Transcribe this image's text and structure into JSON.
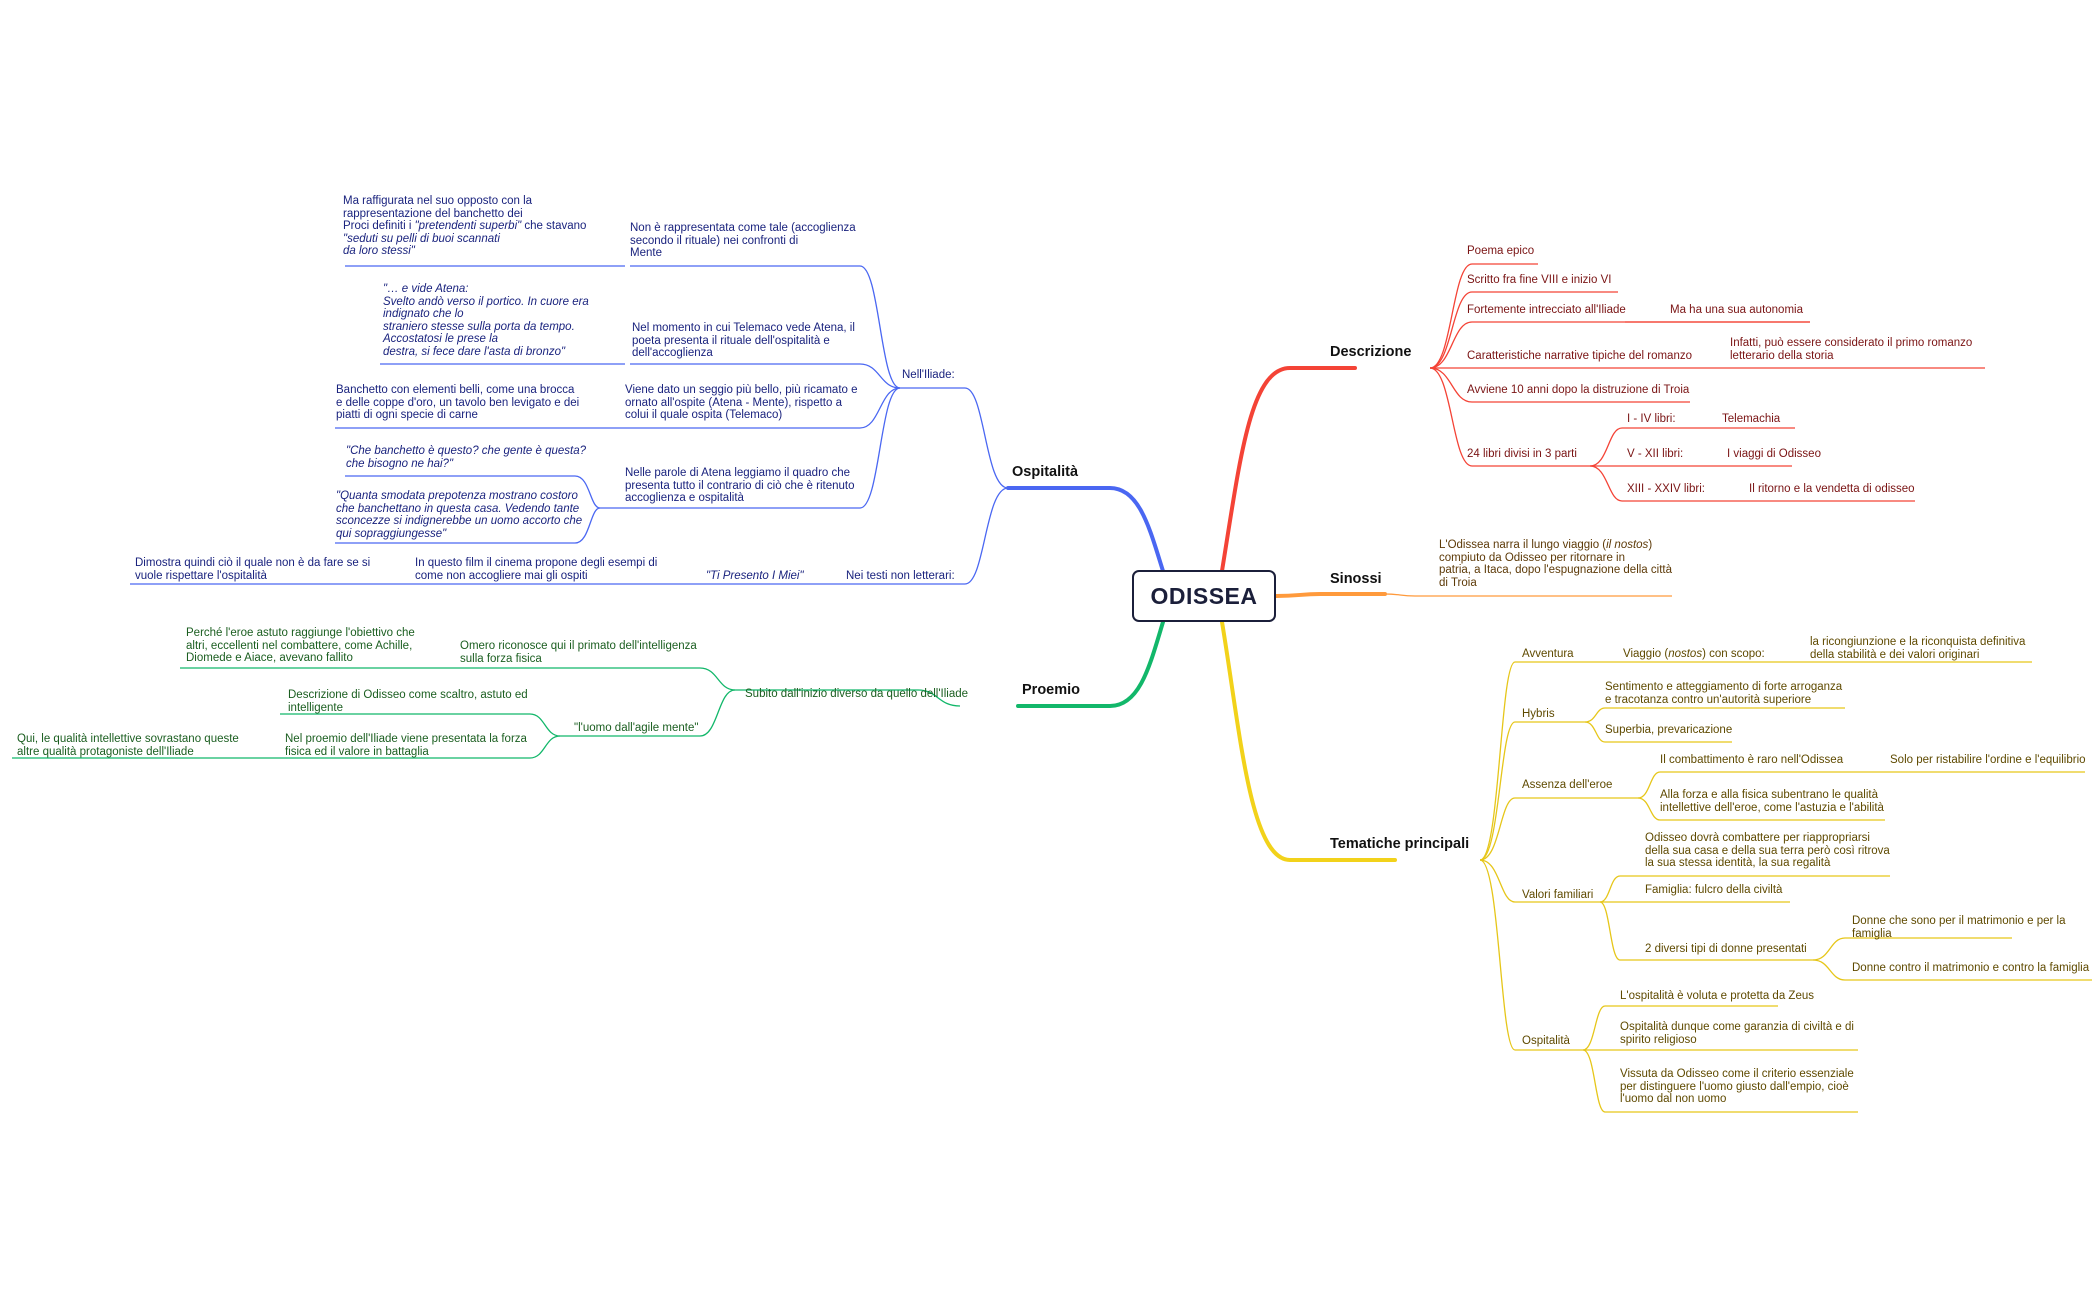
{
  "root": "ODISSEA",
  "colors": {
    "descrizione": "#f44336",
    "sinossi": "#ff9a3c",
    "tematiche": "#f2d21a",
    "ospitalita": "#4a67f2",
    "proemio": "#12b76a"
  },
  "descrizione": {
    "label": "Descrizione",
    "poema": "Poema epico",
    "scritto": "Scritto fra fine VIII e inizio VI",
    "intrecciato": "Fortemente intrecciato all'Iliade",
    "autonomia": "Ma ha una sua autonomia",
    "caratteristiche": "Caratteristiche narrative tipiche del romanzo",
    "romanzo_1": "Infatti, può essere considerato il primo romanzo",
    "romanzo_2": "letterario della storia",
    "avviene": "Avviene 10 anni dopo la distruzione di Troia",
    "libri": "24 libri divisi in 3 parti",
    "p1_label": "I - IV libri:",
    "p1_value": "Telemachia",
    "p2_label": "V - XII libri:",
    "p2_value": "I viaggi di Odisseo",
    "p3_label": "XIII - XXIV libri:",
    "p3_value": "Il ritorno e la vendetta di odisseo"
  },
  "sinossi": {
    "label": "Sinossi",
    "l1a": "L'Odissea narra il lungo viaggio (",
    "l1b": "il nostos",
    "l1c": ")",
    "l2": "compiuto da Odisseo per ritornare in",
    "l3": "patria, a Itaca, dopo l'espugnazione della città",
    "l4": "di Troia"
  },
  "tematiche": {
    "label": "Tematiche principali",
    "avventura": "Avventura",
    "viaggio_a": "Viaggio (",
    "viaggio_b": "nostos",
    "viaggio_c": ") con scopo:",
    "ricongiunzione_1": "la ricongiunzione e la riconquista definitiva",
    "ricongiunzione_2": "della stabilità e dei valori originari",
    "hybris": "Hybris",
    "sentimento_1": "Sentimento e atteggiamento di forte arroganza",
    "sentimento_2": "e tracotanza contro un'autorità superiore",
    "superbia": "Superbia, prevaricazione",
    "assenza": "Assenza dell'eroe",
    "combattimento": "Il combattimento è raro nell'Odissea",
    "ristabilire": "Solo per ristabilire l'ordine e l'equilibrio",
    "forza_1": "Alla forza e alla fisica subentrano le qualità",
    "forza_2": "intellettive dell'eroe, come l'astuzia e l'abilità",
    "valori": "Valori familiari",
    "odisseo_1": "Odisseo dovrà combattere per riappropriarsi",
    "odisseo_2": "della sua casa e della sua terra però così ritrova",
    "odisseo_3": "la sua stessa identità, la sua regalità",
    "famiglia": "Famiglia: fulcro della civiltà",
    "donne": "2 diversi tipi di donne presentati",
    "donne_per_1": "Donne che sono per il matrimonio e per la",
    "donne_per_2": "famiglia",
    "donne_contro": "Donne contro il matrimonio e contro la famiglia",
    "ospitalita": "Ospitalità",
    "voluta": "L'ospitalità è voluta e protetta da Zeus",
    "garanzia_1": "Ospitalità dunque come garanzia di civiltà e di",
    "garanzia_2": "spirito religioso",
    "vissuta_1": "Vissuta da Odisseo come il criterio essenziale",
    "vissuta_2": "per distinguere l'uomo giusto dall'empio, cioè",
    "vissuta_3": "l'uomo dal non uomo"
  },
  "ospitalita": {
    "label": "Ospitalità",
    "iliade": "Nell'Iliade:",
    "non_rappr_1": "Non è rappresentata come tale (accoglienza",
    "non_rappr_2": "secondo il rituale) nei confronti di",
    "non_rappr_3": "Mente",
    "raffig_1": "Ma raffigurata nel suo opposto con la",
    "raffig_2": "rappresentazione del banchetto dei",
    "raffig_3a": "Proci definiti i ",
    "raffig_3b": "\"pretendenti superbi\"",
    "raffig_3c": " che stavano",
    "raffig_4": "\"seduti su pelli di buoi scannati",
    "raffig_5": "da loro stessi\"",
    "momento_1": "Nel momento in cui Telemaco vede Atena, il",
    "momento_2": "poeta presenta il rituale dell'ospitalità e",
    "momento_3": "dell'accoglienza",
    "vide_1": "\"… e vide Atena:",
    "vide_2": "Svelto andò verso il portico. In cuore era",
    "vide_3": "indignato che lo",
    "vide_4": "straniero stesse sulla porta da tempo.",
    "vide_5": "Accostatosi le prese la",
    "vide_6": "destra, si fece dare l'asta di bronzo\"",
    "seggio_1": "Viene dato un seggio più bello, più ricamato e",
    "seggio_2": "ornato all'ospite (Atena - Mente), rispetto a",
    "seggio_3": "colui il quale ospita (Telemaco)",
    "banchetto_1": "Banchetto con elementi belli, come una brocca",
    "banchetto_2": "e delle coppe d'oro,  un tavolo ben levigato e dei",
    "banchetto_3": "piatti di ogni specie di carne",
    "parole_1": "Nelle parole di Atena leggiamo il quadro che",
    "parole_2": "presenta tutto il contrario di ciò che è ritenuto",
    "parole_3": "accoglienza e ospitalità",
    "che_1": "\"Che banchetto è questo? che gente è questa?",
    "che_2": "che bisogno ne hai?\"",
    "smodata_1": "\"Quanta smodata prepotenza mostrano costoro",
    "smodata_2": "che banchettano in questa casa. Vedendo tante",
    "smodata_3": "sconcezze si indignerebbe un uomo accorto che",
    "smodata_4": "qui sopraggiungesse\"",
    "non_letterari": "Nei testi non letterari:",
    "film": "\"Ti Presento I Miei\"",
    "cinema_1": "In questo film il cinema propone degli esempi di",
    "cinema_2": "come non accogliere mai gli ospiti",
    "dimostra_1": "Dimostra quindi ciò il quale non è da fare se si",
    "dimostra_2": "vuole rispettare l'ospitalità"
  },
  "proemio": {
    "label": "Proemio",
    "subito": "Subito dall'inizio diverso da quello dell'Iliade",
    "omero_1": "Omero riconosce qui il primato dell'intelligenza",
    "omero_2": "sulla forza fisica",
    "perche_1": "Perché l'eroe astuto raggiunge l'obiettivo che",
    "perche_2": "altri, eccellenti nel combattere, come Achille,",
    "perche_3": "Diomede e Aiace, avevano fallito",
    "agile": "\"l'uomo dall'agile mente\"",
    "descr_1": "Descrizione di Odisseo come scaltro, astuto ed",
    "descr_2": "intelligente",
    "nel_1": "Nel proemio dell'Iliade viene presentata la forza",
    "nel_2": "fisica ed il valore in battaglia",
    "qui_1": "Qui, le qualità intellettive sovrastano queste",
    "qui_2": "altre qualità protagoniste dell'Iliade"
  }
}
